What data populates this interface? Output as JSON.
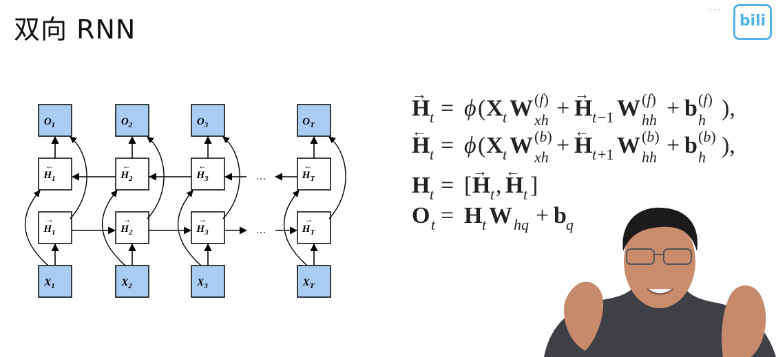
{
  "slide": {
    "title": "双向 RNN"
  },
  "diagram": {
    "outputs": [
      "O_1",
      "O_2",
      "O_3",
      "O_T"
    ],
    "backward_states": [
      "H_1",
      "H_2",
      "H_3",
      "H_T"
    ],
    "forward_states": [
      "H_1",
      "H_2",
      "H_3",
      "H_T"
    ],
    "inputs": [
      "X_1",
      "X_2",
      "X_3",
      "X_T"
    ],
    "ellipsis": "…",
    "output_color": "#a9ccf2",
    "input_color": "#a9ccf2"
  },
  "equations": [
    "H⃗_t = φ(X_t W_xh^(f) + H⃗_{t−1} W_hh^(f) + b_h^(f)),",
    "H⃖_t = φ(X_t W_xh^(b) + H⃖_{t+1} W_hh^(b) + b_h^(b)),",
    "H_t = [H⃗_t, H⃖_t]",
    "O_t = H_t W_hq + b_q"
  ]
}
